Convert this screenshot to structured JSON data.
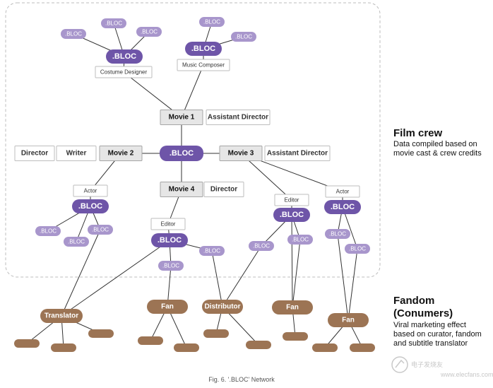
{
  "legend": {
    "film_crew": {
      "title": "Film crew",
      "lines": [
        "Data compiled based on",
        "movie cast & crew credits"
      ]
    },
    "fandom": {
      "title_lines": [
        "Fandom",
        "(Conumers)"
      ],
      "lines": [
        "Viral marketing effect",
        "based on curator, fandom",
        "and subtitle translator"
      ]
    }
  },
  "caption": "Fig. 6. '.BLOC' Network",
  "watermark": {
    "line1": "电子发烧友",
    "line2": "www.elecfans.com"
  },
  "colors": {
    "bloc": "#6e55a8",
    "bloc_small": "#a896cc",
    "fan": "#9c7454",
    "gray_box": "#e6e6e6",
    "line": "#333333",
    "dash": "#bdbdbd"
  },
  "nodes": [
    {
      "id": "center",
      "label": ".BLOC",
      "kind": "bloc"
    },
    {
      "id": "movie1",
      "label": "Movie 1",
      "kind": "gray"
    },
    {
      "id": "ad1",
      "label": "Assistant Director",
      "kind": "white"
    },
    {
      "id": "movie2",
      "label": "Movie 2",
      "kind": "gray"
    },
    {
      "id": "writer",
      "label": "Writer",
      "kind": "white"
    },
    {
      "id": "dir_l",
      "label": "Director",
      "kind": "white"
    },
    {
      "id": "movie3",
      "label": "Movie 3",
      "kind": "gray"
    },
    {
      "id": "ad3",
      "label": "Assistant Director",
      "kind": "white"
    },
    {
      "id": "movie4",
      "label": "Movie 4",
      "kind": "gray"
    },
    {
      "id": "dir4",
      "label": "Director",
      "kind": "white"
    },
    {
      "id": "b_cd",
      "label": ".BLOC",
      "kind": "bloc"
    },
    {
      "id": "cd",
      "label": "Costume Designer",
      "kind": "role"
    },
    {
      "id": "s_cd1",
      "label": ".BLOC",
      "kind": "small"
    },
    {
      "id": "s_cd2",
      "label": ".BLOC",
      "kind": "small"
    },
    {
      "id": "s_cd3",
      "label": ".BLOC",
      "kind": "small"
    },
    {
      "id": "b_mc",
      "label": ".BLOC",
      "kind": "bloc"
    },
    {
      "id": "mc",
      "label": "Music Composer",
      "kind": "role"
    },
    {
      "id": "s_mc1",
      "label": ".BLOC",
      "kind": "small"
    },
    {
      "id": "s_mc2",
      "label": ".BLOC",
      "kind": "small"
    },
    {
      "id": "actor2",
      "label": "Actor",
      "kind": "role"
    },
    {
      "id": "b_actor2",
      "label": ".BLOC",
      "kind": "bloc"
    },
    {
      "id": "s_a2a",
      "label": ".BLOC",
      "kind": "small"
    },
    {
      "id": "s_a2b",
      "label": ".BLOC",
      "kind": "small"
    },
    {
      "id": "s_a2c",
      "label": ".BLOC",
      "kind": "small"
    },
    {
      "id": "editor4",
      "label": "Editor",
      "kind": "role"
    },
    {
      "id": "b_ed4",
      "label": ".BLOC",
      "kind": "bloc"
    },
    {
      "id": "s_e4a",
      "label": ".BLOC",
      "kind": "small"
    },
    {
      "id": "s_e4b",
      "label": ".BLOC",
      "kind": "small"
    },
    {
      "id": "editor3",
      "label": "Editor",
      "kind": "role"
    },
    {
      "id": "b_ed3",
      "label": ".BLOC",
      "kind": "bloc"
    },
    {
      "id": "s_e3a",
      "label": ".BLOC",
      "kind": "small"
    },
    {
      "id": "s_e3b",
      "label": ".BLOC",
      "kind": "small"
    },
    {
      "id": "actor3",
      "label": "Actor",
      "kind": "role"
    },
    {
      "id": "b_act3",
      "label": ".BLOC",
      "kind": "bloc"
    },
    {
      "id": "s_a3a",
      "label": ".BLOC",
      "kind": "small"
    },
    {
      "id": "s_a3b",
      "label": ".BLOC",
      "kind": "small"
    },
    {
      "id": "translator",
      "label": "Translator",
      "kind": "fan"
    },
    {
      "id": "fan1",
      "label": "Fan",
      "kind": "fan"
    },
    {
      "id": "distributor",
      "label": "Distributor",
      "kind": "fan"
    },
    {
      "id": "fan2",
      "label": "Fan",
      "kind": "fan"
    },
    {
      "id": "fan3",
      "label": "Fan",
      "kind": "fan"
    },
    {
      "id": "leaf1",
      "label": "",
      "kind": "leaf"
    },
    {
      "id": "leaf2",
      "label": "",
      "kind": "leaf"
    },
    {
      "id": "leaf3",
      "label": "",
      "kind": "leaf"
    },
    {
      "id": "leaf4",
      "label": "",
      "kind": "leaf"
    },
    {
      "id": "leaf5",
      "label": "",
      "kind": "leaf"
    },
    {
      "id": "leaf6",
      "label": "",
      "kind": "leaf"
    },
    {
      "id": "leaf7",
      "label": "",
      "kind": "leaf"
    },
    {
      "id": "leaf8",
      "label": "",
      "kind": "leaf"
    },
    {
      "id": "leaf9",
      "label": "",
      "kind": "leaf"
    },
    {
      "id": "leaf10",
      "label": "",
      "kind": "leaf"
    }
  ],
  "edges": [
    [
      "center",
      "movie1"
    ],
    [
      "center",
      "movie2"
    ],
    [
      "center",
      "movie3"
    ],
    [
      "center",
      "movie4"
    ],
    [
      "movie1",
      "mc"
    ],
    [
      "b_mc",
      "mc"
    ],
    [
      "b_mc",
      "s_mc1"
    ],
    [
      "b_mc",
      "s_mc2"
    ],
    [
      "movie1",
      "cd"
    ],
    [
      "b_cd",
      "cd"
    ],
    [
      "b_cd",
      "s_cd1"
    ],
    [
      "b_cd",
      "s_cd2"
    ],
    [
      "b_cd",
      "s_cd3"
    ],
    [
      "movie2",
      "actor2"
    ],
    [
      "actor2",
      "b_actor2"
    ],
    [
      "b_actor2",
      "s_a2a"
    ],
    [
      "b_actor2",
      "s_a2b"
    ],
    [
      "b_actor2",
      "s_a2c"
    ],
    [
      "movie4",
      "editor4"
    ],
    [
      "editor4",
      "b_ed4"
    ],
    [
      "b_ed4",
      "s_e4a"
    ],
    [
      "b_ed4",
      "s_e4b"
    ],
    [
      "movie3",
      "editor3"
    ],
    [
      "editor3",
      "b_ed3"
    ],
    [
      "b_ed3",
      "s_e3a"
    ],
    [
      "b_ed3",
      "s_e3b"
    ],
    [
      "movie3",
      "actor3"
    ],
    [
      "actor3",
      "b_act3"
    ],
    [
      "b_act3",
      "s_a3a"
    ],
    [
      "b_act3",
      "s_a3b"
    ],
    [
      "s_a2c",
      "translator"
    ],
    [
      "b_ed4",
      "translator"
    ],
    [
      "s_e4a",
      "fan1"
    ],
    [
      "s_e4b",
      "distributor"
    ],
    [
      "s_e3a",
      "distributor"
    ],
    [
      "b_ed3",
      "fan2"
    ],
    [
      "s_e3b",
      "fan2"
    ],
    [
      "s_a3a",
      "fan3"
    ],
    [
      "s_a3b",
      "fan3"
    ],
    [
      "translator",
      "leaf1"
    ],
    [
      "translator",
      "leaf2"
    ],
    [
      "translator",
      "leaf3"
    ],
    [
      "fan1",
      "leaf4"
    ],
    [
      "fan1",
      "leaf5"
    ],
    [
      "distributor",
      "leaf6"
    ],
    [
      "distributor",
      "leaf7"
    ],
    [
      "fan2",
      "leaf8"
    ],
    [
      "fan3",
      "leaf9"
    ],
    [
      "fan3",
      "leaf10"
    ]
  ]
}
